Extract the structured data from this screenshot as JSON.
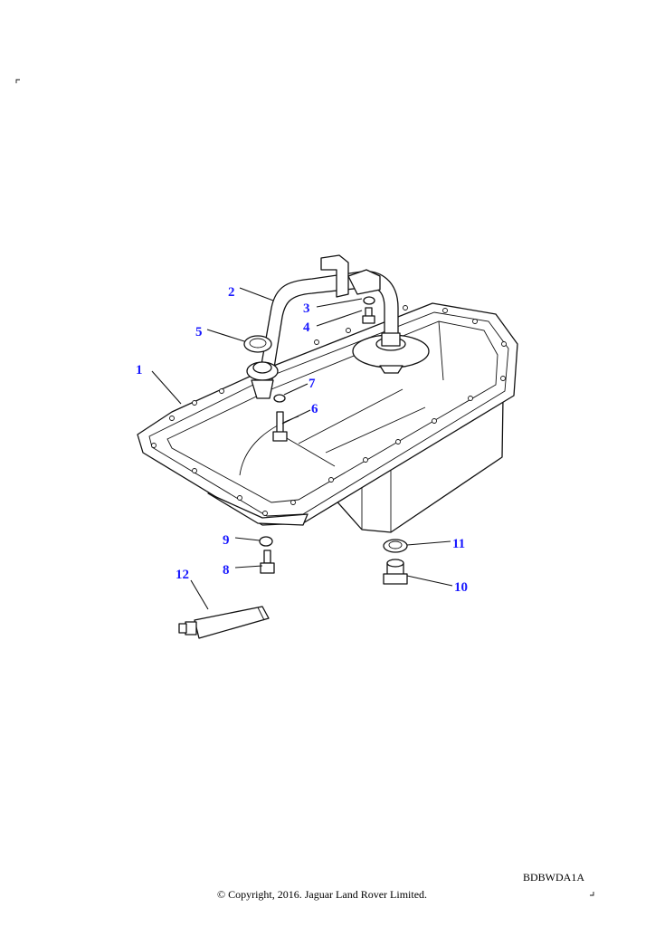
{
  "diagram": {
    "callouts": [
      "1",
      "2",
      "3",
      "4",
      "5",
      "6",
      "7",
      "8",
      "9",
      "10",
      "11",
      "12"
    ]
  },
  "footer": {
    "illustration_code": "BDBWDA1A",
    "copyright": "© Copyright, 2016. Jaguar Land Rover Limited."
  }
}
